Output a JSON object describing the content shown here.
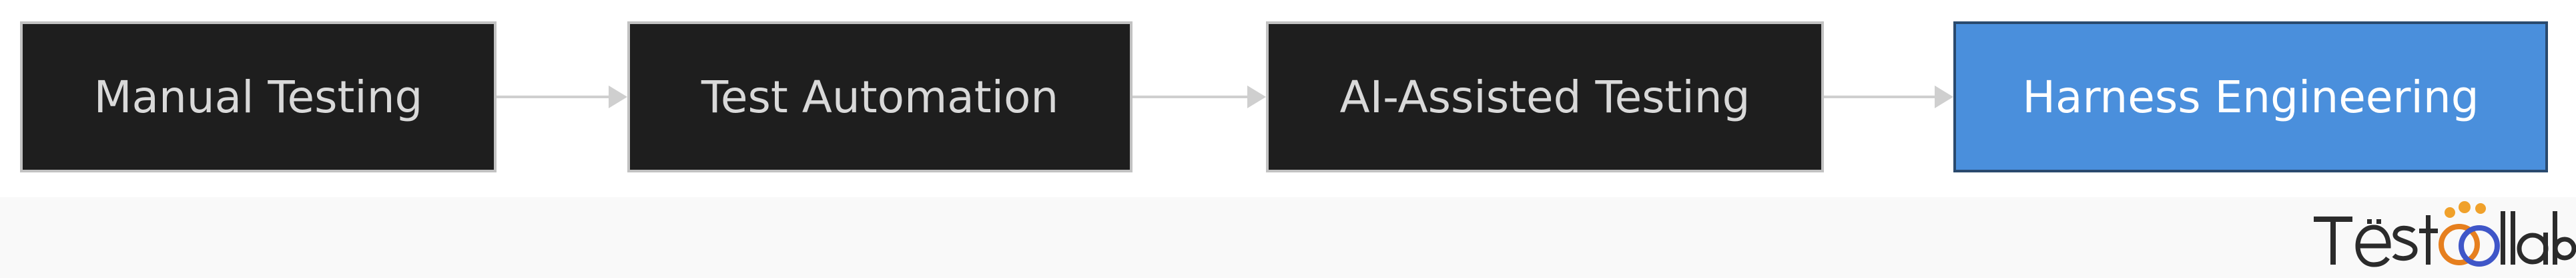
{
  "flow": {
    "steps": [
      {
        "label": "Manual Testing"
      },
      {
        "label": "Test Automation"
      },
      {
        "label": "AI-Assisted Testing"
      },
      {
        "label": "Harness Engineering",
        "highlighted": true
      }
    ]
  },
  "logo": {
    "text": "TestCollab"
  },
  "colors": {
    "step_background": "#1e1e1e",
    "step_border": "#c2c2c2",
    "step_text": "#d9d9d9",
    "highlight_background": "#4a8fdc",
    "highlight_border": "#2a4a6e",
    "arrow": "#cfcfcf"
  }
}
